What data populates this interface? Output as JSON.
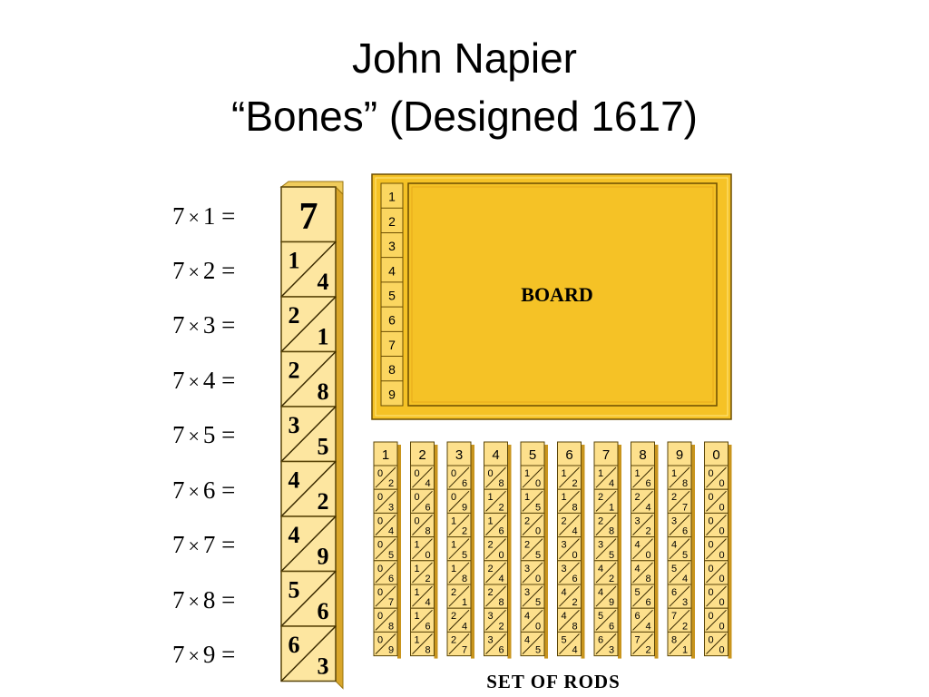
{
  "title": {
    "line1": "John Napier",
    "line2": "“Bones” (Designed 1617)"
  },
  "multiplier": "7",
  "multiplication_rows": [
    {
      "multiplicand": "1",
      "tens": "",
      "units": "7"
    },
    {
      "multiplicand": "2",
      "tens": "1",
      "units": "4"
    },
    {
      "multiplicand": "3",
      "tens": "2",
      "units": "1"
    },
    {
      "multiplicand": "4",
      "tens": "2",
      "units": "8"
    },
    {
      "multiplicand": "5",
      "tens": "3",
      "units": "5"
    },
    {
      "multiplicand": "6",
      "tens": "4",
      "units": "2"
    },
    {
      "multiplicand": "7",
      "tens": "4",
      "units": "9"
    },
    {
      "multiplicand": "8",
      "tens": "5",
      "units": "6"
    },
    {
      "multiplicand": "9",
      "tens": "6",
      "units": "3"
    }
  ],
  "board": {
    "label": "BOARD",
    "index_numbers": [
      "1",
      "2",
      "3",
      "4",
      "5",
      "6",
      "7",
      "8",
      "9"
    ]
  },
  "rods": {
    "label": "SET OF RODS",
    "headers": [
      "1",
      "2",
      "3",
      "4",
      "5",
      "6",
      "7",
      "8",
      "9",
      "0"
    ]
  },
  "colors": {
    "rod_fill": "#fde08c",
    "rod_edge": "#c49a1e",
    "board_fill": "#f5c226",
    "board_edge": "#b8860b"
  }
}
